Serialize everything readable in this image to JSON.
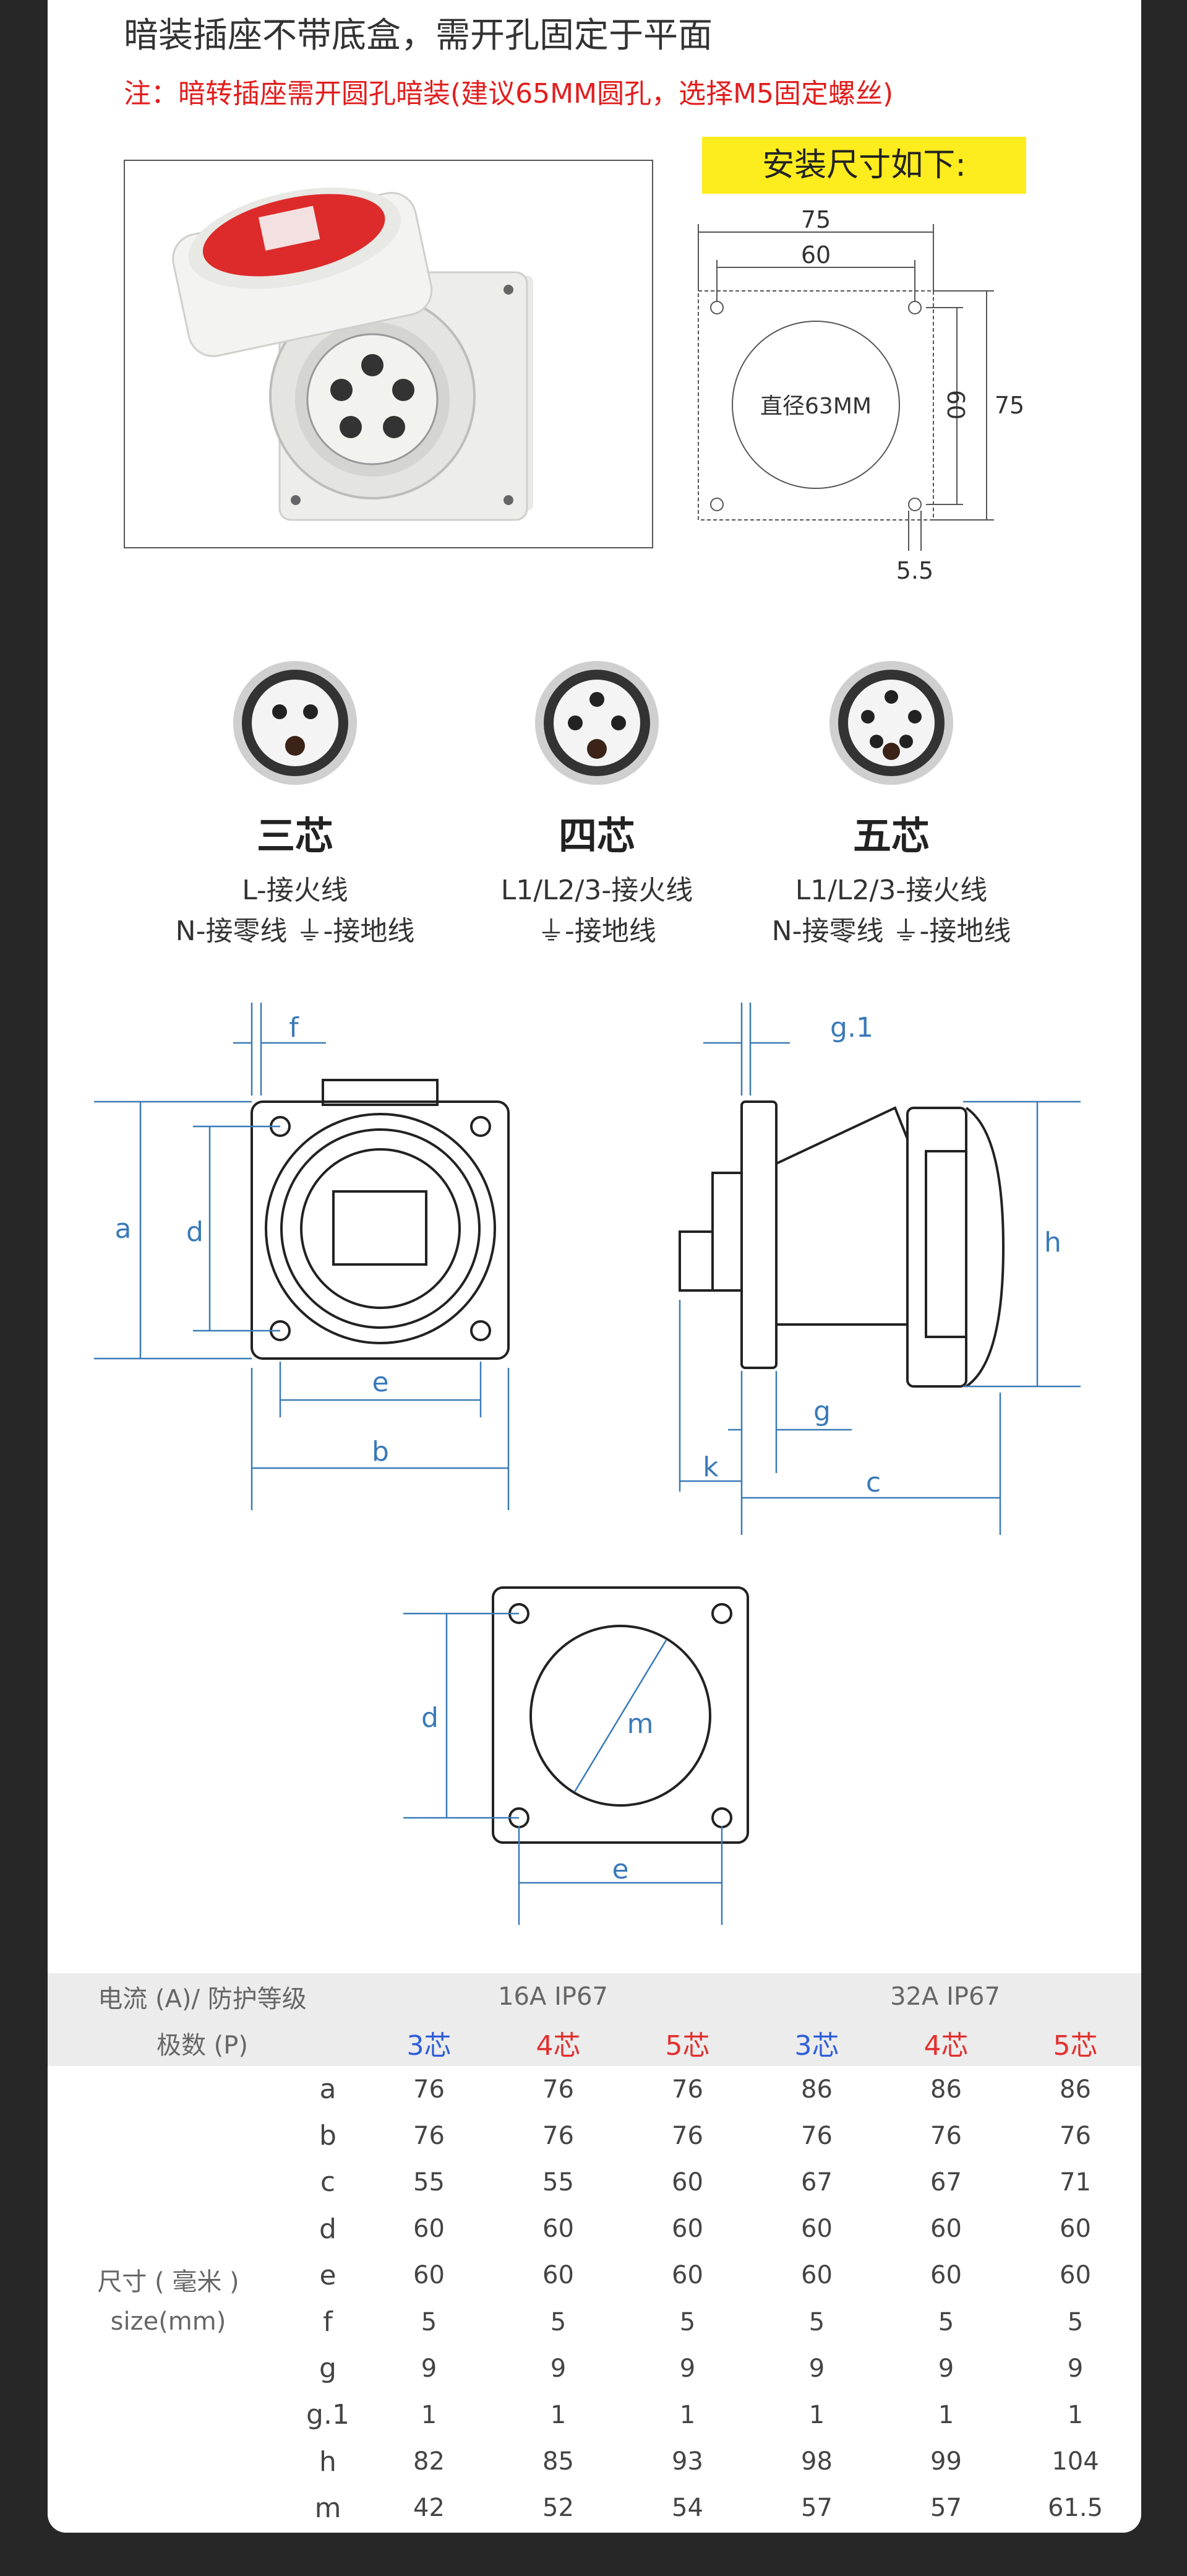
{
  "heading": "暗装插座不带底盒，需开孔固定于平面",
  "note": "注：暗转插座需开圆孔暗装(建议65MM圆孔，选择M5固定螺丝)",
  "install": {
    "banner": "安装尺寸如下:",
    "outer_width": "75",
    "inner_width": "60",
    "inner_height": "60",
    "outer_height": "75",
    "hole_label": "直径63MM",
    "hole_gap": "5.5"
  },
  "cores": [
    {
      "title": "三芯",
      "line1": "L-接火线",
      "line2": "N-接零线  ⏚-接地线"
    },
    {
      "title": "四芯",
      "line1": "L1/L2/3-接火线",
      "line2": "⏚-接地线"
    },
    {
      "title": "五芯",
      "line1": "L1/L2/3-接火线",
      "line2": "N-接零线  ⏚-接地线"
    }
  ],
  "dim_labels": {
    "a": "a",
    "b": "b",
    "c": "c",
    "d": "d",
    "e": "e",
    "f": "f",
    "g": "g",
    "g1": "g.1",
    "h": "h",
    "k": "k",
    "m": "m"
  },
  "table": {
    "header_row1": {
      "label": "电流 (A)/ 防护等级",
      "group1": "16A   IP67",
      "group2": "32A   IP67"
    },
    "header_row2": {
      "label": "极数 (P)",
      "cols": [
        {
          "text": "3芯",
          "color": "blue"
        },
        {
          "text": "4芯",
          "color": "red"
        },
        {
          "text": "5芯",
          "color": "red"
        },
        {
          "text": "3芯",
          "color": "blue"
        },
        {
          "text": "4芯",
          "color": "red"
        },
        {
          "text": "5芯",
          "color": "red"
        }
      ]
    },
    "size_label_cn": "尺寸 ( 毫米 )",
    "size_label_en": "size(mm)",
    "rows": [
      {
        "dim": "a",
        "values": [
          "76",
          "76",
          "76",
          "86",
          "86",
          "86"
        ]
      },
      {
        "dim": "b",
        "values": [
          "76",
          "76",
          "76",
          "76",
          "76",
          "76"
        ]
      },
      {
        "dim": "c",
        "values": [
          "55",
          "55",
          "60",
          "67",
          "67",
          "71"
        ]
      },
      {
        "dim": "d",
        "values": [
          "60",
          "60",
          "60",
          "60",
          "60",
          "60"
        ]
      },
      {
        "dim": "e",
        "values": [
          "60",
          "60",
          "60",
          "60",
          "60",
          "60"
        ]
      },
      {
        "dim": "f",
        "values": [
          "5",
          "5",
          "5",
          "5",
          "5",
          "5"
        ]
      },
      {
        "dim": "g",
        "values": [
          "9",
          "9",
          "9",
          "9",
          "9",
          "9"
        ]
      },
      {
        "dim": "g.1",
        "values": [
          "1",
          "1",
          "1",
          "1",
          "1",
          "1"
        ]
      },
      {
        "dim": "h",
        "values": [
          "82",
          "85",
          "93",
          "98",
          "99",
          "104"
        ]
      },
      {
        "dim": "m",
        "values": [
          "42",
          "52",
          "54",
          "57",
          "57",
          "61.5"
        ]
      }
    ]
  },
  "colors": {
    "accent_red": "#e21d1d",
    "banner_yellow": "#fdec1e",
    "dim_blue": "#3a7ab8",
    "core_blue": "#2f5fd8",
    "core_red": "#e23030"
  }
}
